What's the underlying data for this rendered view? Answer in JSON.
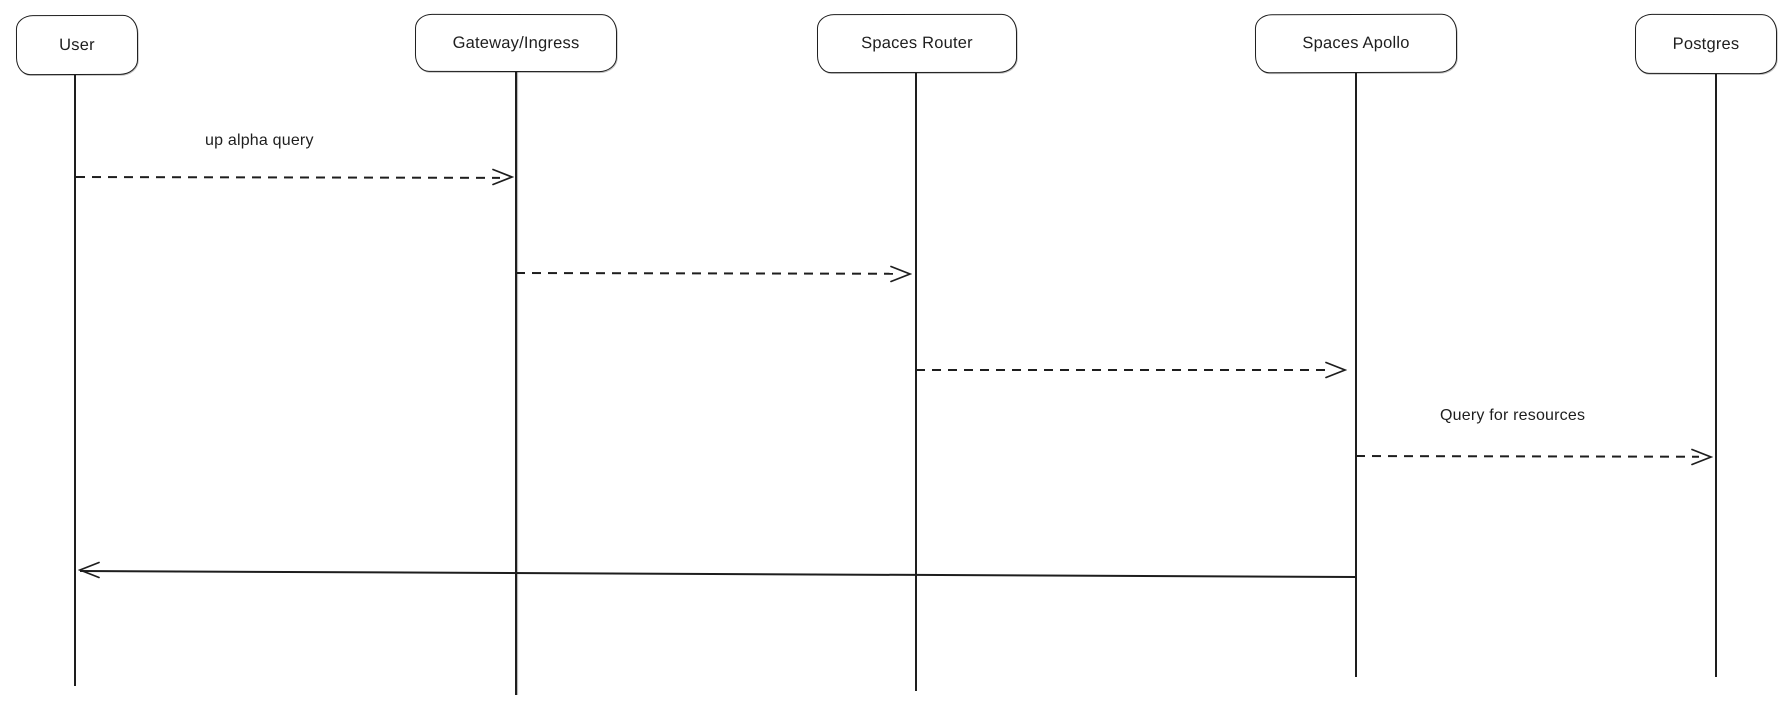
{
  "diagram": {
    "type": "sequence-diagram",
    "background_color": "#ffffff",
    "stroke_color": "#1e1e1e",
    "actors": [
      {
        "label": "User"
      },
      {
        "label": "Gateway/Ingress"
      },
      {
        "label": "Spaces Router"
      },
      {
        "label": "Spaces Apollo"
      },
      {
        "label": "Postgres"
      }
    ],
    "messages": [
      {
        "from": "User",
        "to": "Gateway/Ingress",
        "label": "up alpha query",
        "line_style": "dashed",
        "direction": "right"
      },
      {
        "from": "Gateway/Ingress",
        "to": "Spaces Router",
        "label": "",
        "line_style": "dashed",
        "direction": "right"
      },
      {
        "from": "Spaces Router",
        "to": "Spaces Apollo",
        "label": "",
        "line_style": "dashed",
        "direction": "right"
      },
      {
        "from": "Spaces Apollo",
        "to": "Postgres",
        "label": "Query for resources",
        "line_style": "dashed",
        "direction": "right"
      },
      {
        "from": "Spaces Apollo",
        "to": "User",
        "label": "",
        "line_style": "solid",
        "direction": "left"
      }
    ]
  }
}
